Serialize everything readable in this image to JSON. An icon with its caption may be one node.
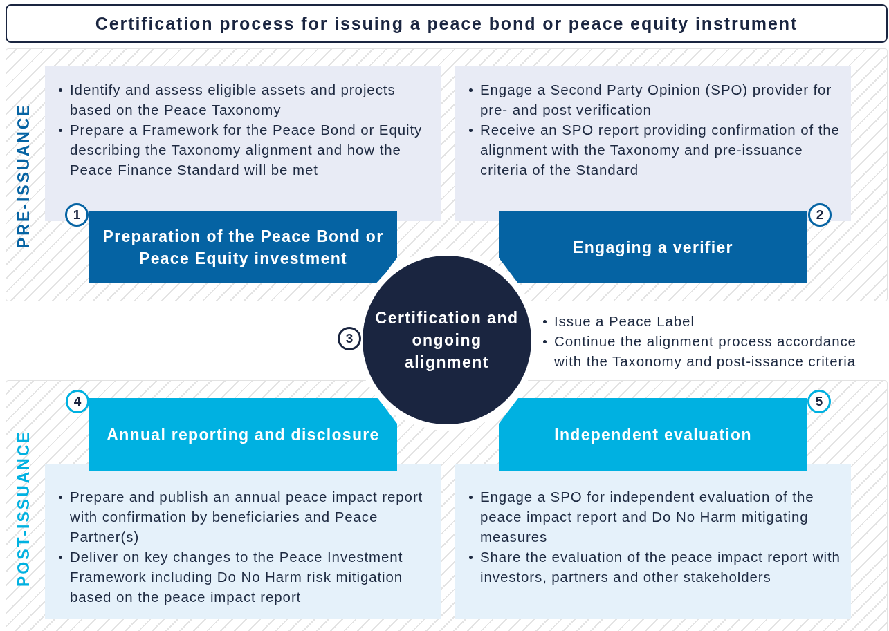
{
  "diagram": {
    "title": "Certification process for issuing a peace bond or peace equity instrument",
    "nodes": [
      {
        "text": [
          "PRE-ISSUANCE"
        ]
      },
      {
        "text": [
          "Identify and assess eligible assets and projects based on the Peace Taxonomy",
          "Prepare a Framework for the Peace Bond or Equity describing the Taxonomy alignment and how the Peace Finance Standard will be met"
        ],
        "in": 0
      },
      {
        "text": [
          "Preparation of the Peace Bond or Peace Equity investment"
        ],
        "in": 0
      },
      {
        "text": [
          "1"
        ],
        "in": 0
      },
      {
        "text": [
          "Engage a Second Party Opinion (SPO) provider for pre- and post verification",
          "Receive an SPO report providing confirmation of the alignment with the Taxonomy and pre-issuance criteria of the Standard"
        ],
        "in": 0
      },
      {
        "text": [
          "Engaging a verifier"
        ],
        "in": 0
      },
      {
        "text": [
          "2"
        ],
        "in": 0
      },
      {
        "text": [
          "Certification and ongoing alignment"
        ],
        "beside": [
          "Issue a Peace Label",
          "Continue the alignment process accordance with the Taxonomy and post-issance criteria"
        ]
      },
      {
        "text": [
          "3"
        ]
      },
      {
        "text": [
          "POST-ISSUANCE"
        ]
      },
      {
        "text": [
          "Annual reporting and disclosure"
        ],
        "in": 9
      },
      {
        "text": [
          "4"
        ],
        "in": 9
      },
      {
        "text": [
          "Prepare and publish an annual peace impact report with confirmation by beneficiaries and Peace Partner(s)",
          "Deliver on key changes to the Peace Investment Framework including Do No Harm risk mitigation based on the peace impact report"
        ],
        "in": 9
      },
      {
        "text": [
          "Independent evaluation"
        ],
        "in": 9
      },
      {
        "text": [
          "5"
        ],
        "in": 9
      },
      {
        "text": [
          "Engage a SPO for independent evaluation of the peace impact report and Do No Harm mitigating measures",
          "Share the evaluation of the peace impact report with investors, partners and other stakeholders"
        ],
        "in": 9
      }
    ]
  }
}
